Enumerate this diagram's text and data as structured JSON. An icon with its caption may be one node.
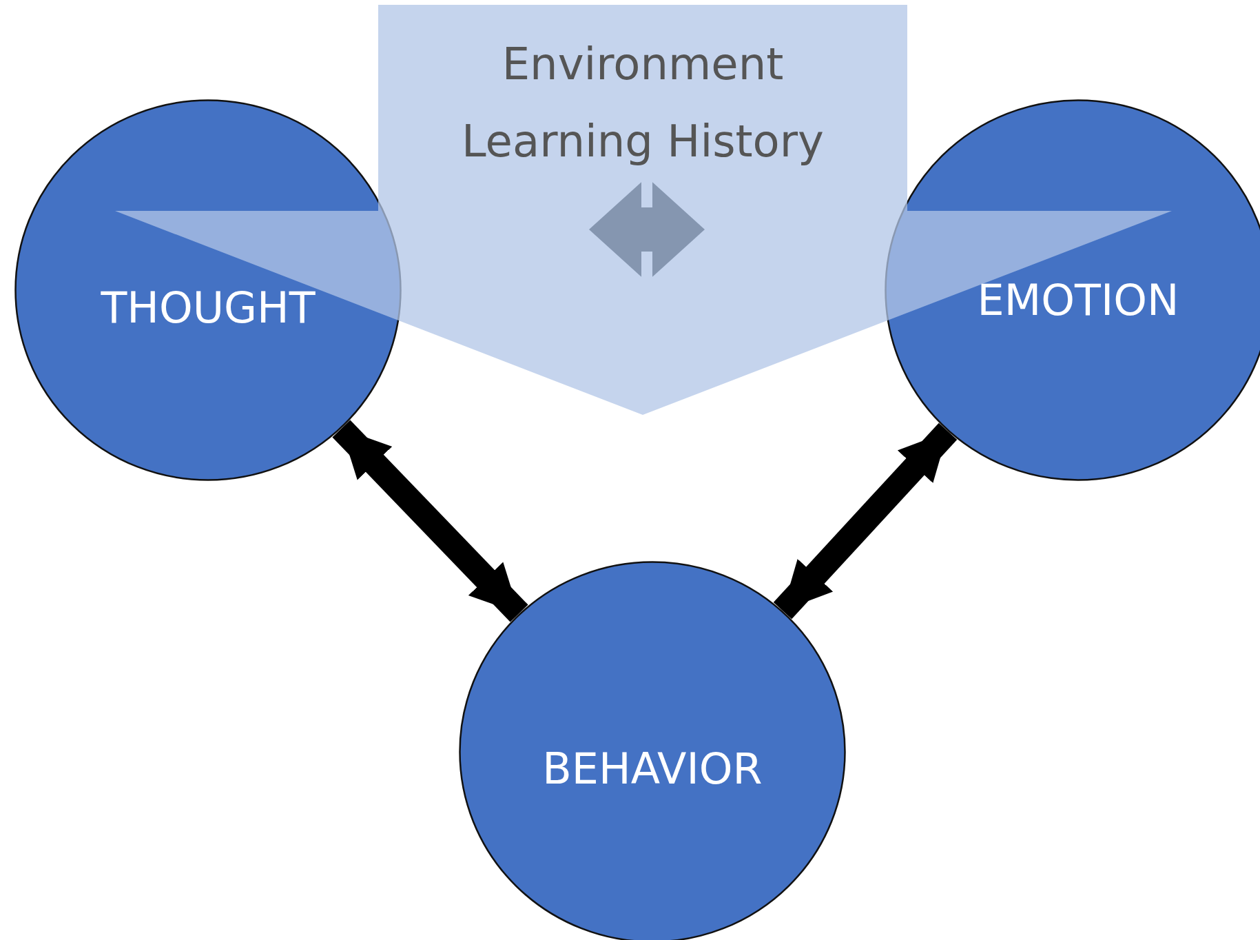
{
  "diagram": {
    "nodes": [
      {
        "text": [
          "Environment",
          "Learning History"
        ]
      },
      {
        "text": [
          "THOUGHT"
        ]
      },
      {
        "text": [
          "EMOTION"
        ]
      },
      {
        "text": [
          "BEHAVIOR"
        ]
      }
    ],
    "edges": [
      {
        "from": 1,
        "to": 3,
        "arrow": "both"
      },
      {
        "from": 2,
        "to": 3,
        "arrow": "both"
      }
    ]
  }
}
